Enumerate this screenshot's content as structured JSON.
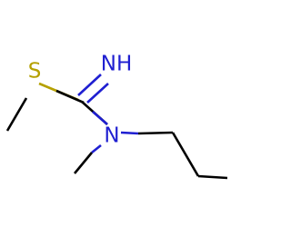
{
  "molecule": {
    "colors": {
      "bond": "#000000",
      "nitrogen": "#1f1fd1",
      "sulfur": "#b5a000"
    },
    "atoms": {
      "imine_nitrogen": "NH",
      "sulfur": "S",
      "amine_nitrogen": "N"
    }
  }
}
